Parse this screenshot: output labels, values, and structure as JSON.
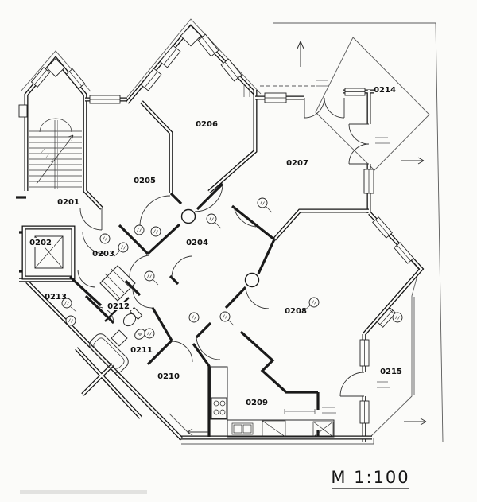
{
  "scale": {
    "label": "M 1:100"
  },
  "rooms": [
    {
      "number": "0201"
    },
    {
      "number": "0202"
    },
    {
      "number": "0203"
    },
    {
      "number": "0204"
    },
    {
      "number": "0205"
    },
    {
      "number": "0206"
    },
    {
      "number": "0207"
    },
    {
      "number": "0208"
    },
    {
      "number": "0209"
    },
    {
      "number": "0210"
    },
    {
      "number": "0211"
    },
    {
      "number": "0212"
    },
    {
      "number": "0213"
    },
    {
      "number": "0214"
    },
    {
      "number": "0215"
    }
  ]
}
